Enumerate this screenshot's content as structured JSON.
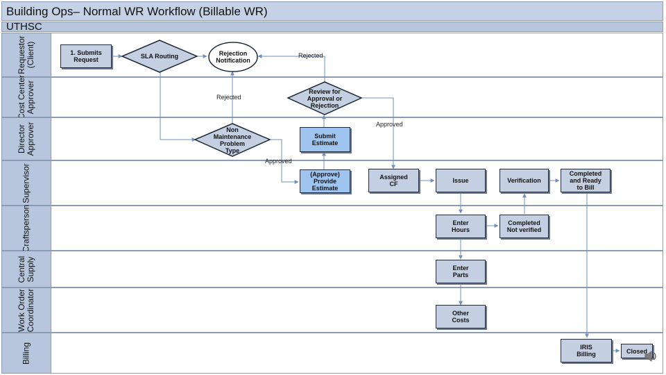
{
  "title": "Building Ops– Normal WR Workflow (Billable WR)",
  "org": "UTHSC",
  "lanes": [
    "Requestor\n(Client)",
    "Cost Center\nApprover",
    "Director\nApprover",
    "Supervisor",
    "Craftsperson",
    "Central\nSupply",
    "Work Order\nCoordinator",
    "Billing"
  ],
  "nodes": {
    "submits_request": "1. Submits\nRequest",
    "sla_routing": "SLA Routing",
    "rejection_notification": "Rejection\nNotification",
    "review": "Review for\nApproval or\nRejection",
    "non_maintenance": "Non\nMaintenance\nProblem\nType",
    "submit_estimate": "Submit\nEstimate",
    "provide_estimate": "(Approve)\nProvide\nEstimate",
    "assigned_cf": "Assigned\nCF",
    "issue": "Issue",
    "verification": "Verification",
    "completed_ready": "Completed\nand Ready\nto Bill",
    "enter_hours": "Enter\nHours",
    "completed_not_verified": "Completed\nNot verified",
    "enter_parts": "Enter\nParts",
    "other_costs": "Other\nCosts",
    "iris_billing": "IRIS\nBilling",
    "closed": "Closed"
  },
  "edge_labels": {
    "rejected_top": "Rejected",
    "rejected_mid": "Rejected",
    "approved_right": "Approved",
    "approved_left": "Approved"
  },
  "colors": {
    "header_fill": "#b7c6dc",
    "node_gray": "#c4cfe2",
    "node_blue": "#9fc4ef",
    "connector": "#6f8fbf"
  },
  "icons": [
    "speaker-icon"
  ]
}
